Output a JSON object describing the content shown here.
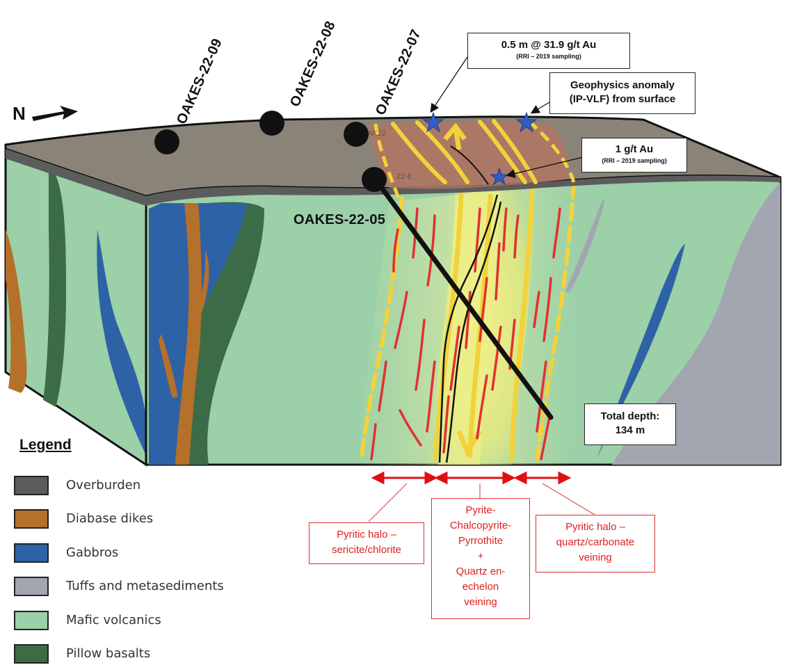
{
  "north_label": "N",
  "drill_holes": [
    {
      "name": "OAKES-22-09"
    },
    {
      "name": "OAKES-22-08"
    },
    {
      "name": "OAKES-22-07"
    },
    {
      "name": "OAKES-22-05"
    }
  ],
  "callouts": {
    "grade_top": {
      "main": "0.5 m @ 31.9 g/t Au",
      "sub": "(RRI – 2019 sampling)"
    },
    "geophysics": {
      "line1": "Geophysics anomaly",
      "line2": "(IP-VLF) from surface"
    },
    "grade_low": {
      "main": "1 g/t Au",
      "sub": "(RRI – 2019 sampling)"
    },
    "total_depth": {
      "line1": "Total depth:",
      "line2": "134 m"
    }
  },
  "surface_text": {
    "faint1": "AK22",
    "faint2": "22-E"
  },
  "zones": {
    "left": {
      "line1": "Pyritic halo –",
      "line2": "sericite/chlorite"
    },
    "center": {
      "lines": [
        "Pyrite-",
        "Chalcopyrite-",
        "Pyrrothite",
        "+",
        "Quartz en-",
        "echelon",
        "veining"
      ]
    },
    "right": {
      "line1": "Pyritic halo –",
      "line2": "quartz/carbonate",
      "line3": "veining"
    }
  },
  "legend": {
    "title": "Legend",
    "items": [
      {
        "label": "Overburden",
        "color": "#5c5c5c"
      },
      {
        "label": "Diabase dikes",
        "color": "#b5702a"
      },
      {
        "label": "Gabbros",
        "color": "#2e62a6"
      },
      {
        "label": "Tuffs and metasediments",
        "color": "#a2a6b0"
      },
      {
        "label": "Mafic volcanics",
        "color": "#9bd0a8"
      },
      {
        "label": "Pillow basalts",
        "color": "#3c6b48"
      }
    ]
  },
  "colors": {
    "overburden": "#5c5c5c",
    "diabase": "#b5702a",
    "gabbro": "#2e62a6",
    "tuff": "#a2a6b0",
    "mafic": "#9bd0a8",
    "pillow": "#3c6b48",
    "vein_yellow": "#f2d23c",
    "alteration_red": "#e03030",
    "star_blue": "#2f5fc4"
  }
}
